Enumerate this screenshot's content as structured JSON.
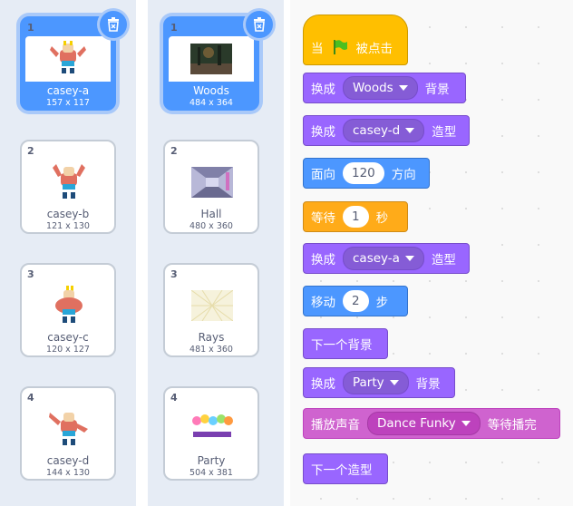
{
  "costumes": [
    {
      "index": "1",
      "name": "casey-a",
      "size": "157 x 117",
      "selected": true
    },
    {
      "index": "2",
      "name": "casey-b",
      "size": "121 x 130",
      "selected": false
    },
    {
      "index": "3",
      "name": "casey-c",
      "size": "120 x 127",
      "selected": false
    },
    {
      "index": "4",
      "name": "casey-d",
      "size": "144 x 130",
      "selected": false
    }
  ],
  "backdrops": [
    {
      "index": "1",
      "name": "Woods",
      "size": "484 x 364",
      "selected": true
    },
    {
      "index": "2",
      "name": "Hall",
      "size": "480 x 360",
      "selected": false
    },
    {
      "index": "3",
      "name": "Rays",
      "size": "481 x 360",
      "selected": false
    },
    {
      "index": "4",
      "name": "Party",
      "size": "504 x 381",
      "selected": false
    }
  ],
  "script": {
    "when_flag_a": "当",
    "when_flag_b": "被点击",
    "b1_label": "换成",
    "b1_value": "Woods",
    "b1_suffix": "背景",
    "b2_label": "换成",
    "b2_value": "casey-d",
    "b2_suffix": "造型",
    "b3_label": "面向",
    "b3_value": "120",
    "b3_suffix": "方向",
    "b4_label": "等待",
    "b4_value": "1",
    "b4_suffix": "秒",
    "b5_label": "换成",
    "b5_value": "casey-a",
    "b5_suffix": "造型",
    "b6_label": "移动",
    "b6_value": "2",
    "b6_suffix": "步",
    "b7_label": "下一个背景",
    "b8_label": "换成",
    "b8_value": "Party",
    "b8_suffix": "背景",
    "b9_label": "播放声音",
    "b9_value": "Dance Funky",
    "b9_suffix": "等待播完",
    "b10_label": "下一个造型"
  },
  "colors": {
    "events": "#ffbf00",
    "looks": "#9966ff",
    "motion": "#4c97ff",
    "control": "#ffab19",
    "sound": "#cf63cf",
    "selected": "#4c97ff"
  }
}
